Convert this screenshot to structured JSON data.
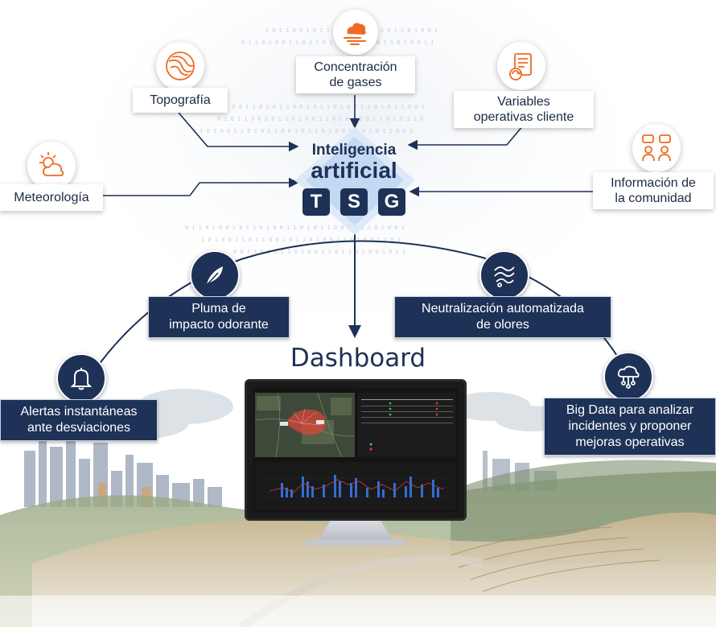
{
  "inputs": {
    "topografia": "Topografía",
    "gases_l1": "Concentración",
    "gases_l2": "de gases",
    "variables_l1": "Variables",
    "variables_l2": "operativas cliente",
    "meteorologia": "Meteorología",
    "comunidad_l1": "Información de",
    "comunidad_l2": "la comunidad"
  },
  "core": {
    "line1": "Inteligencia",
    "line2": "artificial",
    "tsg": [
      "T",
      "S",
      "G"
    ]
  },
  "outputs": {
    "pluma_l1": "Pluma de",
    "pluma_l2": "impacto odorante",
    "neutral_l1": "Neutralización automatizada",
    "neutral_l2": "de olores",
    "alertas_l1": "Alertas instantáneas",
    "alertas_l2": "ante desviaciones",
    "bigdata_l1": "Big Data para analizar",
    "bigdata_l2": "incidentes y proponer",
    "bigdata_l3": "mejoras operativas"
  },
  "dashboard": {
    "title": "Dashboard"
  },
  "icons": {
    "topografia": "topography-icon",
    "gases": "cloud-wind-icon",
    "variables": "document-cycle-icon",
    "meteorologia": "sun-cloud-icon",
    "comunidad": "community-icon",
    "pluma": "feather-icon",
    "neutral": "smoke-swirl-icon",
    "alertas": "bell-icon",
    "bigdata": "cloud-network-icon"
  },
  "colors": {
    "navy": "#1e3157",
    "orange": "#ee6a22",
    "chart_bar": "#2f6fd6",
    "chart_line": "#d23a3a"
  }
}
